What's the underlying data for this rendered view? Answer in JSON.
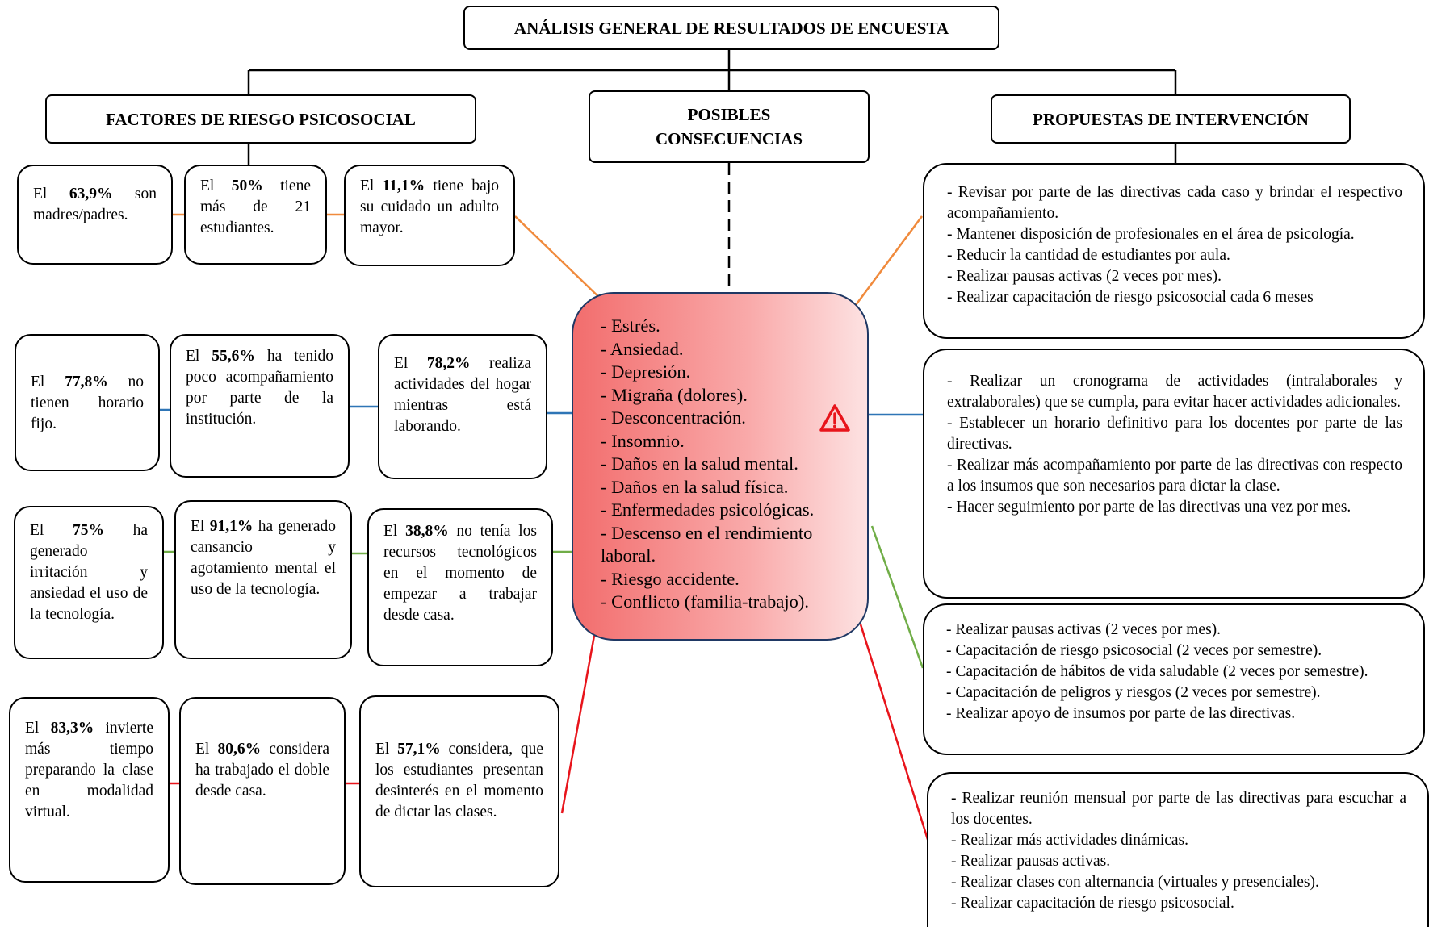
{
  "title": "ANÁLISIS GENERAL DE RESULTADOS DE ENCUESTA",
  "headers": {
    "factores": "FACTORES DE RIESGO PSICOSOCIAL",
    "consecuencias": "POSIBLES CONSECUENCIAS",
    "propuestas": "PROPUESTAS DE INTERVENCIÓN"
  },
  "colors": {
    "orange": "#f08a3c",
    "blue": "#2e75b6",
    "green": "#70ad47",
    "red": "#e8141b",
    "center_border": "#1f3864",
    "center_fill": "#f26d6d",
    "warning": "#e8141b"
  },
  "factors": [
    [
      {
        "pre": "El ",
        "val": "63,9%",
        "post": " son madres/padres."
      },
      {
        "pre": "El ",
        "val": "50%",
        "post": " tiene más de 21 estudiantes."
      },
      {
        "pre": "El ",
        "val": "11,1%",
        "post": " tiene bajo su cuidado un adulto mayor."
      }
    ],
    [
      {
        "pre": "El ",
        "val": "77,8%",
        "post": " no tienen horario fijo."
      },
      {
        "pre": "El ",
        "val": "55,6%",
        "post": " ha tenido poco acompañamiento por parte de la institución."
      },
      {
        "pre": "El ",
        "val": "78,2%",
        "post": " realiza actividades del hogar mientras está laborando."
      }
    ],
    [
      {
        "pre": "El ",
        "val": "75%",
        "post": " ha generado irritación y ansiedad el uso de la tecnología."
      },
      {
        "pre": "El ",
        "val": "91,1%",
        "post": " ha generado cansancio y agotamiento mental el uso de la tecnología."
      },
      {
        "pre": "El ",
        "val": "38,8%",
        "post": " no tenía los recursos tecnológicos en el momento de empezar a trabajar desde casa."
      }
    ],
    [
      {
        "pre": "El ",
        "val": "83,3%",
        "post": " invierte más tiempo preparando la clase en modalidad virtual."
      },
      {
        "pre": "El ",
        "val": "80,6%",
        "post": " considera ha trabajado el doble desde casa."
      },
      {
        "pre": "El ",
        "val": "57,1%",
        "post": " considera, que los estudiantes presentan desinterés en el momento de dictar las clases."
      }
    ]
  ],
  "consequences": [
    "- Estrés.",
    "- Ansiedad.",
    "- Depresión.",
    "- Migraña (dolores).",
    "- Desconcentración.",
    "- Insomnio.",
    "- Daños en la salud mental.",
    "- Daños en la salud física.",
    "- Enfermedades psicológicas.",
    "- Descenso en el rendimiento laboral.",
    "- Riesgo accidente.",
    "- Conflicto (familia-trabajo)."
  ],
  "warning_icon": "warning-triangle-icon",
  "proposals": [
    [
      "- Revisar por parte de las directivas cada caso y brindar el respectivo acompañamiento.",
      "- Mantener disposición de profesionales en el área de psicología.",
      "- Reducir la cantidad de estudiantes por aula.",
      "- Realizar pausas activas (2 veces por mes).",
      "- Realizar capacitación de riesgo psicosocial cada 6 meses"
    ],
    [
      "- Realizar un cronograma de actividades (intralaborales y extralaborales) que se cumpla, para evitar hacer actividades adicionales.",
      "- Establecer un horario definitivo para los docentes por parte de las directivas.",
      "- Realizar más acompañamiento por parte de las directivas con respecto a los insumos que son necesarios para dictar la clase.",
      "- Hacer seguimiento por parte de las directivas una vez por mes."
    ],
    [
      "- Realizar pausas activas (2 veces por mes).",
      "- Capacitación de riesgo psicosocial (2 veces por semestre).",
      "- Capacitación de hábitos de vida saludable (2 veces por semestre).",
      "- Capacitación de peligros y riesgos (2 veces por semestre).",
      "- Realizar apoyo de insumos por parte de las directivas."
    ],
    [
      "- Realizar reunión mensual por parte de las directivas para escuchar a los docentes.",
      "- Realizar más actividades dinámicas.",
      "- Realizar pausas activas.",
      "- Realizar clases con alternancia (virtuales y presenciales).",
      "- Realizar capacitación de riesgo psicosocial."
    ]
  ]
}
